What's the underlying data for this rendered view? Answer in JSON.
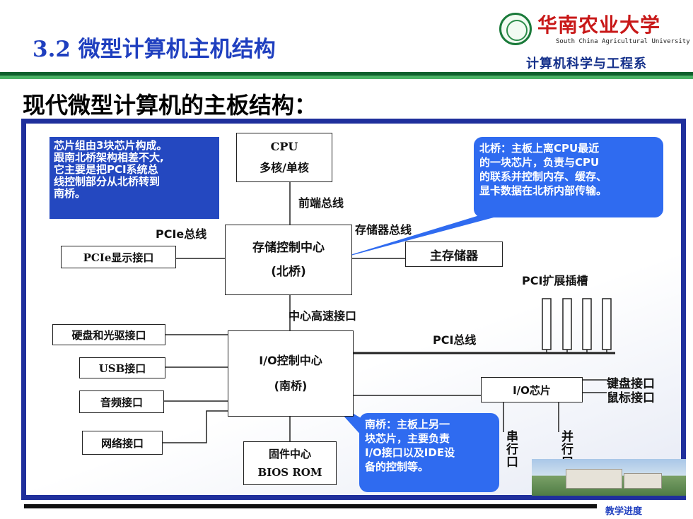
{
  "header": {
    "title": "3.2 微型计算机主机结构",
    "university_cn": "华南农业大学",
    "university_en": "South China Agricultural University",
    "department": "计算机科学与工程系"
  },
  "subtitle": "现代微型计算机的主板结构：",
  "diagram": {
    "note_left": [
      "芯片组由3块芯片构成。",
      "跟南北桥架构相差不大,",
      "它主要是把PCI系统总",
      "线控制部分从北桥转到",
      "南桥。"
    ],
    "note_north": [
      "北桥：主板上离CPU最近",
      "的一块芯片，负责与CPU",
      "的联系并控制内存、缓存、",
      "显卡数据在北桥内部传输。"
    ],
    "note_south": [
      "南桥：主板上另一",
      "块芯片，主要负责",
      "I/O接口以及IDE设",
      "备的控制等。"
    ],
    "cpu": {
      "line1": "CPU",
      "line2": "多核/单核"
    },
    "northbridge": {
      "line1": "存储控制中心",
      "line2": "(北桥)"
    },
    "southbridge": {
      "line1": "I/O控制中心",
      "line2": "(南桥)"
    },
    "bios": {
      "line1": "固件中心",
      "line2": "BIOS ROM"
    },
    "main_memory": "主存储器",
    "pcie_display": "PCIe显示接口",
    "hdd": "硬盘和光驱接口",
    "usb": "USB接口",
    "audio": "音频接口",
    "network": "网络接口",
    "io_chip": "I/O芯片",
    "labels": {
      "front_bus": "前端总线",
      "pcie_bus": "PCIe总线",
      "memory_bus": "存储器总线",
      "hub_interface": "中心高速接口",
      "pci_bus": "PCI总线",
      "pci_slots": "PCI扩展插槽",
      "keyboard": "键盘接口",
      "mouse": "鼠标接口",
      "serial": "串行口",
      "parallel": "并行口"
    }
  },
  "footer": {
    "link": "教学进度"
  },
  "colors": {
    "title_blue": "#1f3fbf",
    "frame_blue": "#1f2f9c",
    "note_blue": "#2f6bf0",
    "note_dark_blue": "#2448c0",
    "uni_red": "#c81818",
    "bar_green": "#0e5f2c"
  }
}
